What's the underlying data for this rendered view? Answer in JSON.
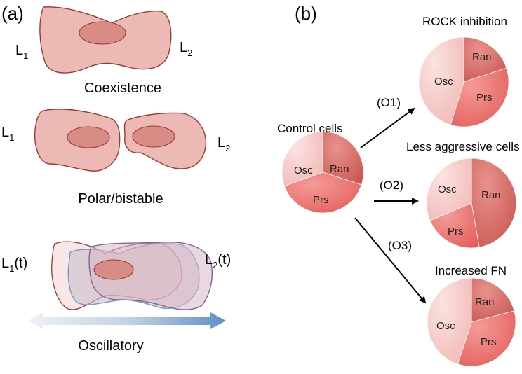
{
  "panel_a": {
    "label": "(a)",
    "coexistence": {
      "left": "L",
      "left_sub": "1",
      "right": "L",
      "right_sub": "2",
      "caption": "Coexistence"
    },
    "polar": {
      "left": "L",
      "left_sub": "1",
      "right": "L",
      "right_sub": "2",
      "caption": "Polar/bistable"
    },
    "oscillatory": {
      "left": "L",
      "left_sub": "1",
      "left_t": "(t)",
      "right": "L",
      "right_sub": "2",
      "right_t": "(t)",
      "caption": "Oscillatory"
    }
  },
  "panel_b": {
    "label": "(b)",
    "control": {
      "title": "Control cells",
      "osc": "Osc",
      "ran": "Ran",
      "prs": "Prs"
    },
    "arrows": {
      "o1": "(O1)",
      "o2": "(O2)",
      "o3": "(O3)"
    },
    "rock": {
      "title": "ROCK inhibition",
      "osc": "Osc",
      "ran": "Ran",
      "prs": "Prs"
    },
    "less": {
      "title": "Less aggressive cells",
      "osc": "Osc",
      "ran": "Ran",
      "prs": "Prs"
    },
    "fn": {
      "title": "Increased FN",
      "osc": "Osc",
      "ran": "Ran",
      "prs": "Prs"
    }
  },
  "colors": {
    "cell_fill": "#ecb9b5",
    "cell_stroke": "#9a3a33",
    "nucleus_fill": "#d98c86",
    "osc": "#f6c9c6",
    "ran": "#d9716c",
    "prs": "#ec6e6b"
  }
}
